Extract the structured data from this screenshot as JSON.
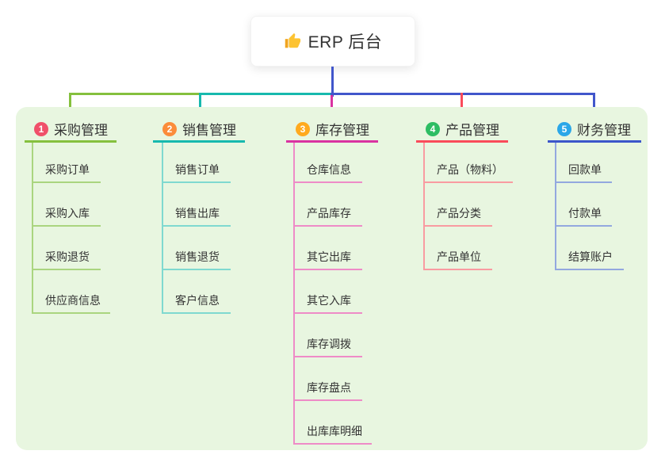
{
  "root": {
    "title": "ERP 后台",
    "icon": "thumbs-up-icon",
    "icon_color": "#fdc331"
  },
  "colors": {
    "trunk_blue": "#4156cb",
    "panel_background": "#e8f6e0",
    "node_text": "#333333",
    "root_background": "#ffffff"
  },
  "branches": [
    {
      "index": "1",
      "label": "采购管理",
      "badge_color": "#f0506a",
      "color": "#85c03e",
      "light_color": "#aad57f",
      "children": [
        "采购订单",
        "采购入库",
        "采购退货",
        "供应商信息"
      ]
    },
    {
      "index": "2",
      "label": "销售管理",
      "badge_color": "#fb8c3a",
      "color": "#17b9ae",
      "light_color": "#7fd9d0",
      "children": [
        "销售订单",
        "销售出库",
        "销售退货",
        "客户信息"
      ]
    },
    {
      "index": "3",
      "label": "库存管理",
      "badge_color": "#ffaa1e",
      "color": "#d933a1",
      "light_color": "#ee8bc7",
      "children": [
        "仓库信息",
        "产品库存",
        "其它出库",
        "其它入库",
        "库存调拨",
        "库存盘点",
        "出库库明细"
      ]
    },
    {
      "index": "4",
      "label": "产品管理",
      "badge_color": "#2dbd63",
      "color": "#fa4b5a",
      "light_color": "#f99ba1",
      "children": [
        "产品（物料）",
        "产品分类",
        "产品单位"
      ]
    },
    {
      "index": "5",
      "label": "财务管理",
      "badge_color": "#2ba7e8",
      "color": "#3c56ca",
      "light_color": "#93a8df",
      "children": [
        "回款单",
        "付款单",
        "结算账户"
      ]
    }
  ]
}
